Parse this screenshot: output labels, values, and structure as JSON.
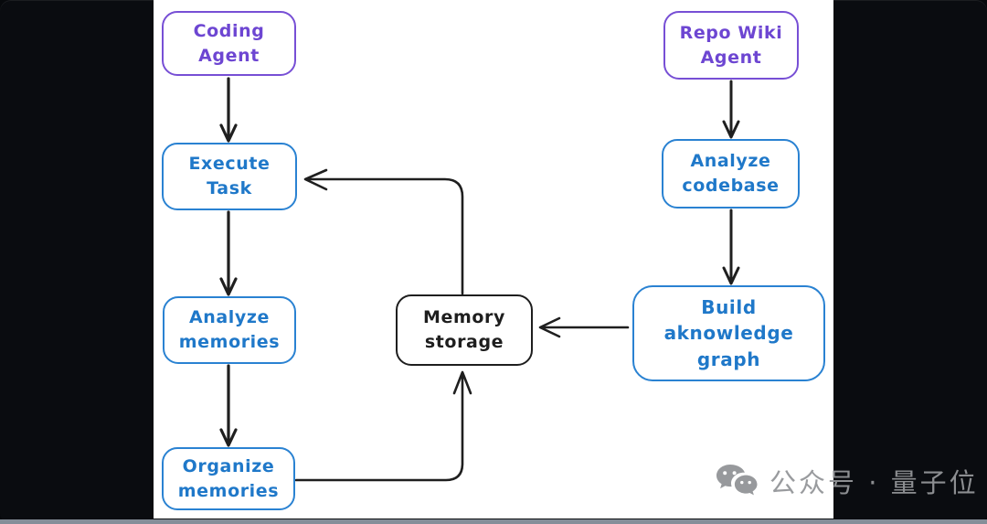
{
  "colors": {
    "frame_background": "#0a0c10",
    "canvas_background": "#ffffff",
    "node_purple": "#6d46d2",
    "node_blue": "#1f78c9",
    "node_ink": "#1e1e1e",
    "arrow_ink": "#1f1f1f",
    "watermark_gray": "#949699",
    "bottom_line": "#a8b4c0"
  },
  "diagram": {
    "nodes": [
      {
        "id": "coding-agent",
        "label": "Coding\nAgent",
        "color": "purple"
      },
      {
        "id": "execute-task",
        "label": "Execute\nTask",
        "color": "blue"
      },
      {
        "id": "analyze-memories",
        "label": "Analyze\nmemories",
        "color": "blue"
      },
      {
        "id": "organize-memories",
        "label": "Organize\nmemories",
        "color": "blue"
      },
      {
        "id": "memory-storage",
        "label": "Memory\nstorage",
        "color": "ink"
      },
      {
        "id": "repo-wiki-agent",
        "label": "Repo Wiki\nAgent",
        "color": "purple"
      },
      {
        "id": "analyze-codebase",
        "label": "Analyze\ncodebase",
        "color": "blue"
      },
      {
        "id": "build-knowledge-graph",
        "label": "Build aknowledge\ngraph",
        "color": "blue"
      }
    ],
    "edges": [
      {
        "from": "coding-agent",
        "to": "execute-task"
      },
      {
        "from": "execute-task",
        "to": "analyze-memories"
      },
      {
        "from": "analyze-memories",
        "to": "organize-memories"
      },
      {
        "from": "organize-memories",
        "to": "memory-storage"
      },
      {
        "from": "memory-storage",
        "to": "execute-task"
      },
      {
        "from": "repo-wiki-agent",
        "to": "analyze-codebase"
      },
      {
        "from": "analyze-codebase",
        "to": "build-knowledge-graph"
      },
      {
        "from": "build-knowledge-graph",
        "to": "memory-storage"
      }
    ]
  },
  "watermark": {
    "label": "公众号 · 量子位",
    "icon": "wechat-icon"
  }
}
